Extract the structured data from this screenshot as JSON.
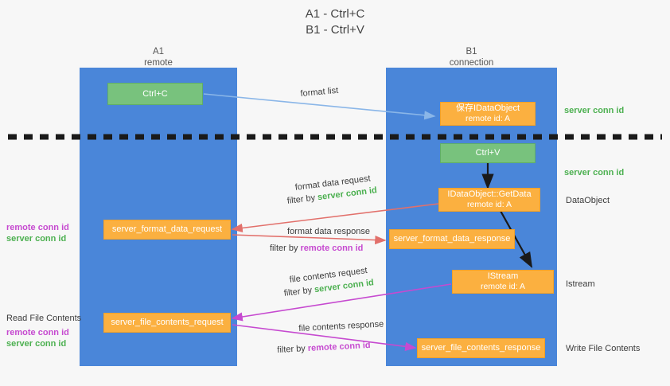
{
  "title": {
    "line1": "A1 - Ctrl+C",
    "line2": "B1 - Ctrl+V"
  },
  "lanes": [
    {
      "name": "A1",
      "sub": "remote",
      "color": "#4a86d9"
    },
    {
      "name": "B1",
      "sub": "connection",
      "color": "#4a86d9"
    }
  ],
  "nodes": {
    "ctrl_c": {
      "line1": "Ctrl+C",
      "line2": "",
      "color": "#78c27d"
    },
    "idataobject": {
      "line1": "保存IDataObject",
      "line2": "remote id: A",
      "color": "#fbb040"
    },
    "ctrl_v": {
      "line1": "Ctrl+V",
      "line2": "",
      "color": "#78c27d"
    },
    "getdata": {
      "line1": "IDataObject::GetData",
      "line2": "remote id: A",
      "color": "#fbb040"
    },
    "format_req": {
      "line1": "server_format_data_request",
      "line2": "",
      "color": "#fbb040"
    },
    "format_resp": {
      "line1": "server_format_data_response",
      "line2": "",
      "color": "#fbb040"
    },
    "istream": {
      "line1": "IStream",
      "line2": "remote id: A",
      "color": "#fbb040"
    },
    "file_req": {
      "line1": "server_file_contents_request",
      "line2": "",
      "color": "#fbb040"
    },
    "file_resp": {
      "line1": "server_file_contents_response",
      "line2": "",
      "color": "#fbb040"
    }
  },
  "captions": {
    "format_list": "format list",
    "format_data_request": "format data request",
    "format_data_request_filter_pre": "filter by ",
    "format_data_request_filter_key": "server conn id",
    "format_data_response": "format data response",
    "format_data_response_filter_pre": "filter by ",
    "format_data_response_filter_key": "remote conn id",
    "file_contents_request": "file contents request",
    "file_contents_request_filter_pre": "filter by ",
    "file_contents_request_filter_key": "server conn id",
    "file_contents_response": "file contents response",
    "file_contents_response_filter_pre": "filter by ",
    "file_contents_response_filter_key": "remote conn id"
  },
  "left_labels": {
    "remote_conn_id_1": "remote conn id",
    "server_conn_id_1": "server conn id",
    "read_file_contents": "Read File Contents",
    "remote_conn_id_2": "remote conn id",
    "server_conn_id_2": "server conn id"
  },
  "right_labels": {
    "server_conn_id_1": "server conn id",
    "server_conn_id_2": "server conn id",
    "dataobject": "DataObject",
    "istream": "Istream",
    "write_file_contents": "Write File Contents"
  },
  "colors": {
    "lane": "#4a86d9",
    "green_node": "#78c27d",
    "orange_node": "#fbb040",
    "server_conn": "#4cb050",
    "remote_conn": "#c64ad0",
    "arrow_blue": "#8ab6e8",
    "arrow_red": "#e2706b",
    "arrow_magenta": "#c64ad0",
    "arrow_dark": "#1a1a1a",
    "divider": "#1a1a1a",
    "background": "#f7f7f7"
  }
}
